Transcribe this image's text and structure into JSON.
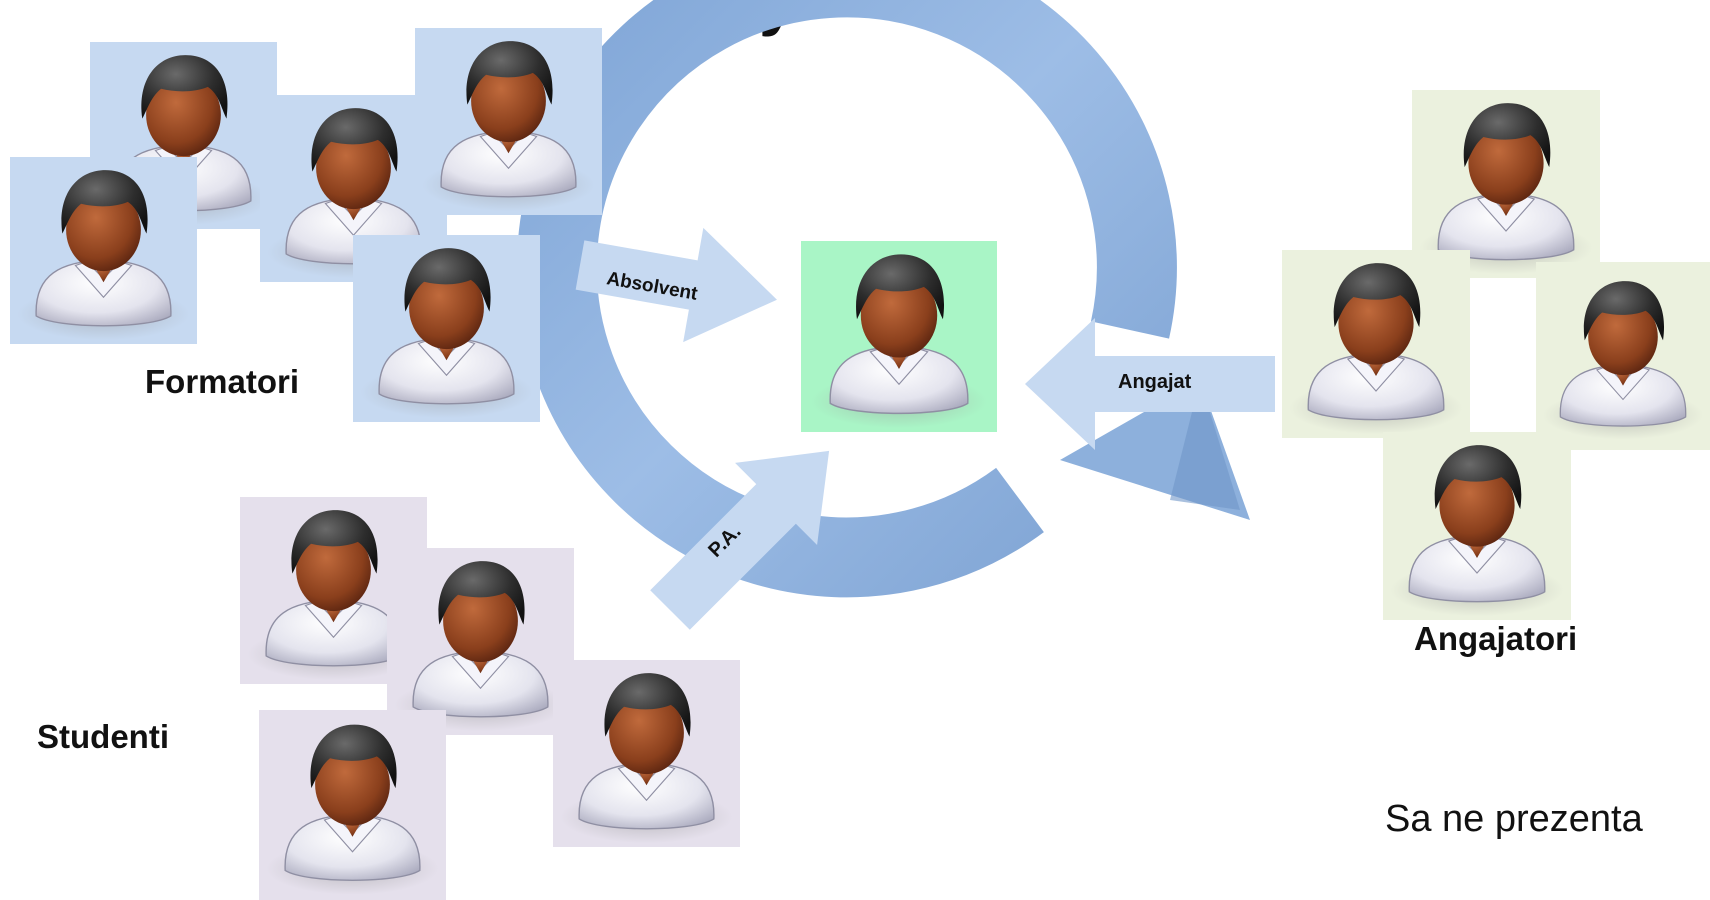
{
  "title_fragment": "p gy",
  "groups": {
    "formatori": "Formatori",
    "studenti": "Studenti",
    "angajatori": "Angajatori"
  },
  "arrows": {
    "absolvent": "Absolvent",
    "angajat": "Angajat",
    "pa": "P.A."
  },
  "footer_text": "Sa ne prezenta",
  "colors": {
    "formatori_tile": "#c6d9f1",
    "studenti_tile": "#e5e0ec",
    "angajatori_tile": "#ebf1de",
    "center_tile": "#a9f5c6",
    "cycle_arrow": "#8db0dc",
    "pointer_arrows": "#c6d9f1"
  },
  "icons": [
    "person-icon"
  ]
}
